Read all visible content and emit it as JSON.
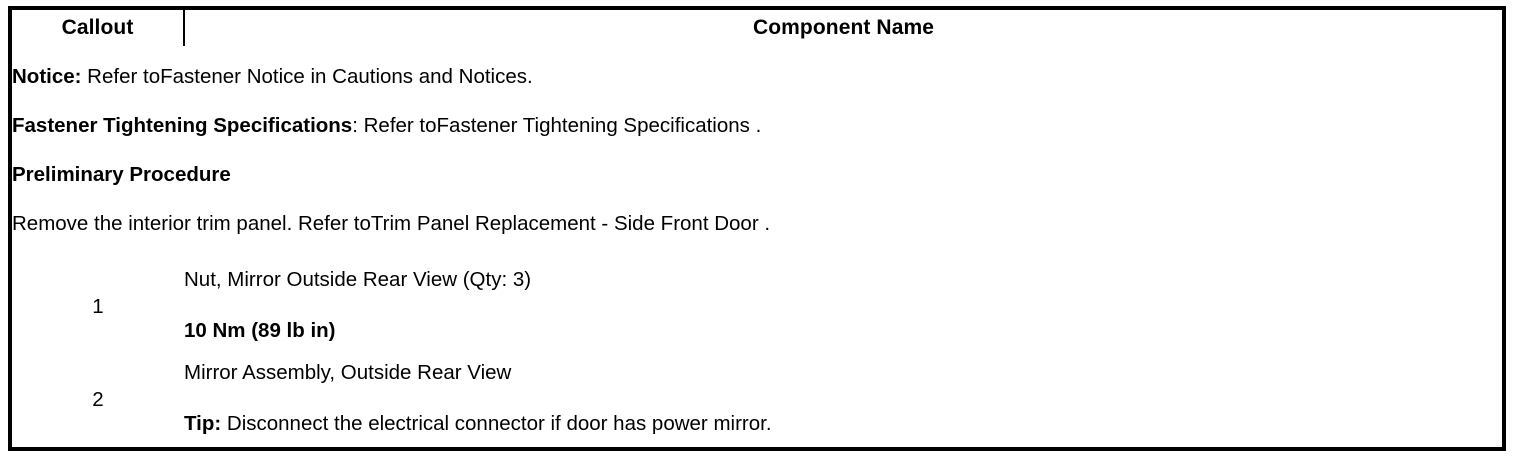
{
  "table": {
    "headers": {
      "callout": "Callout",
      "component_name": "Component Name"
    },
    "notice_block": {
      "notice_label": "Notice:",
      "notice_text": " Refer toFastener Notice in Cautions and Notices.",
      "fastener_label": "Fastener Tightening Specifications",
      "fastener_text": ": Refer toFastener Tightening Specifications .",
      "preliminary_heading": "Preliminary Procedure",
      "preliminary_text": "Remove the interior trim panel. Refer toTrim Panel Replacement - Side Front Door ."
    },
    "rows": [
      {
        "callout": "1",
        "name_primary": "Nut, Mirror Outside Rear View (Qty: 3)",
        "name_secondary_bold": "10 Nm (89 lb in)",
        "name_secondary_label": "",
        "name_secondary_rest": ""
      },
      {
        "callout": "2",
        "name_primary": "Mirror Assembly, Outside Rear View",
        "name_secondary_bold": "",
        "name_secondary_label": "Tip:",
        "name_secondary_rest": " Disconnect the electrical connector if door has power mirror."
      }
    ]
  },
  "colors": {
    "border": "#000000",
    "text": "#000000",
    "background": "#ffffff"
  }
}
